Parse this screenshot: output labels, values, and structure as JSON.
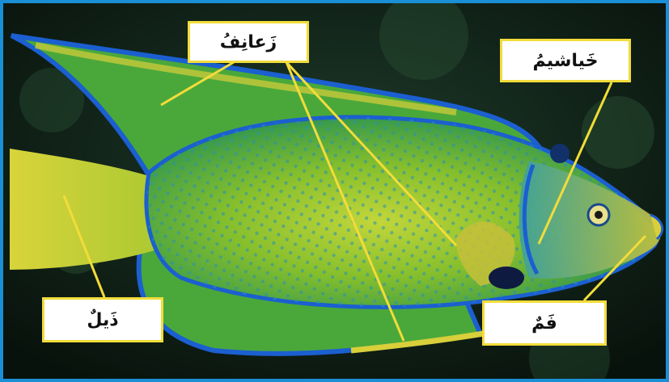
{
  "labels": {
    "fins": "زَعانِفُ",
    "gills": "خَياشيمُ",
    "tail": "ذَيلٌ",
    "mouth": "فَمٌ"
  },
  "colors": {
    "frame": "#1a8fd6",
    "label_border": "#f2dc3a",
    "pointer_line": "#f2dc3a",
    "fish_body": "#7fbf2a",
    "fish_edge": "#1b5fd0",
    "background": "#0c1a12"
  }
}
